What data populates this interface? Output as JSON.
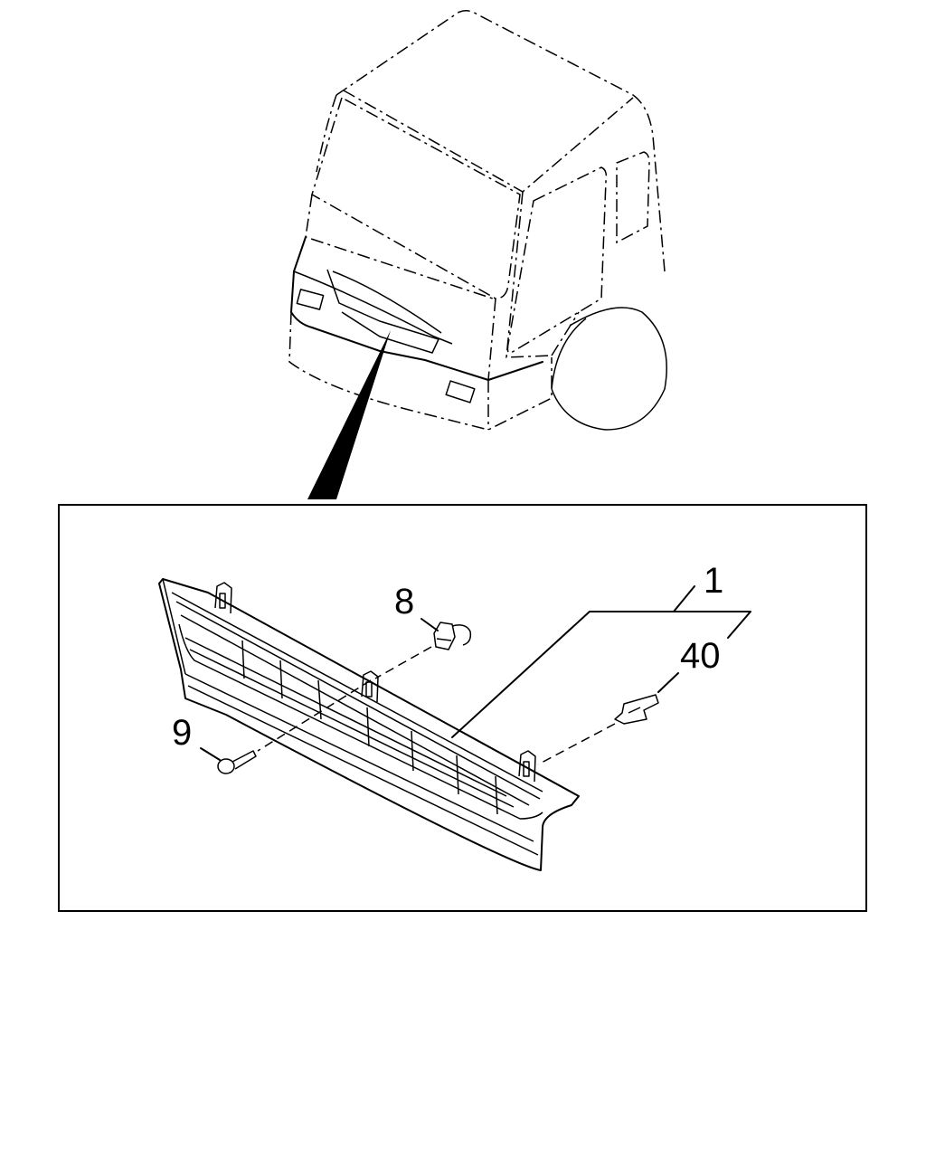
{
  "diagram": {
    "callouts": {
      "grille": "1",
      "clip": "8",
      "screw": "9",
      "emblem": "40"
    }
  }
}
